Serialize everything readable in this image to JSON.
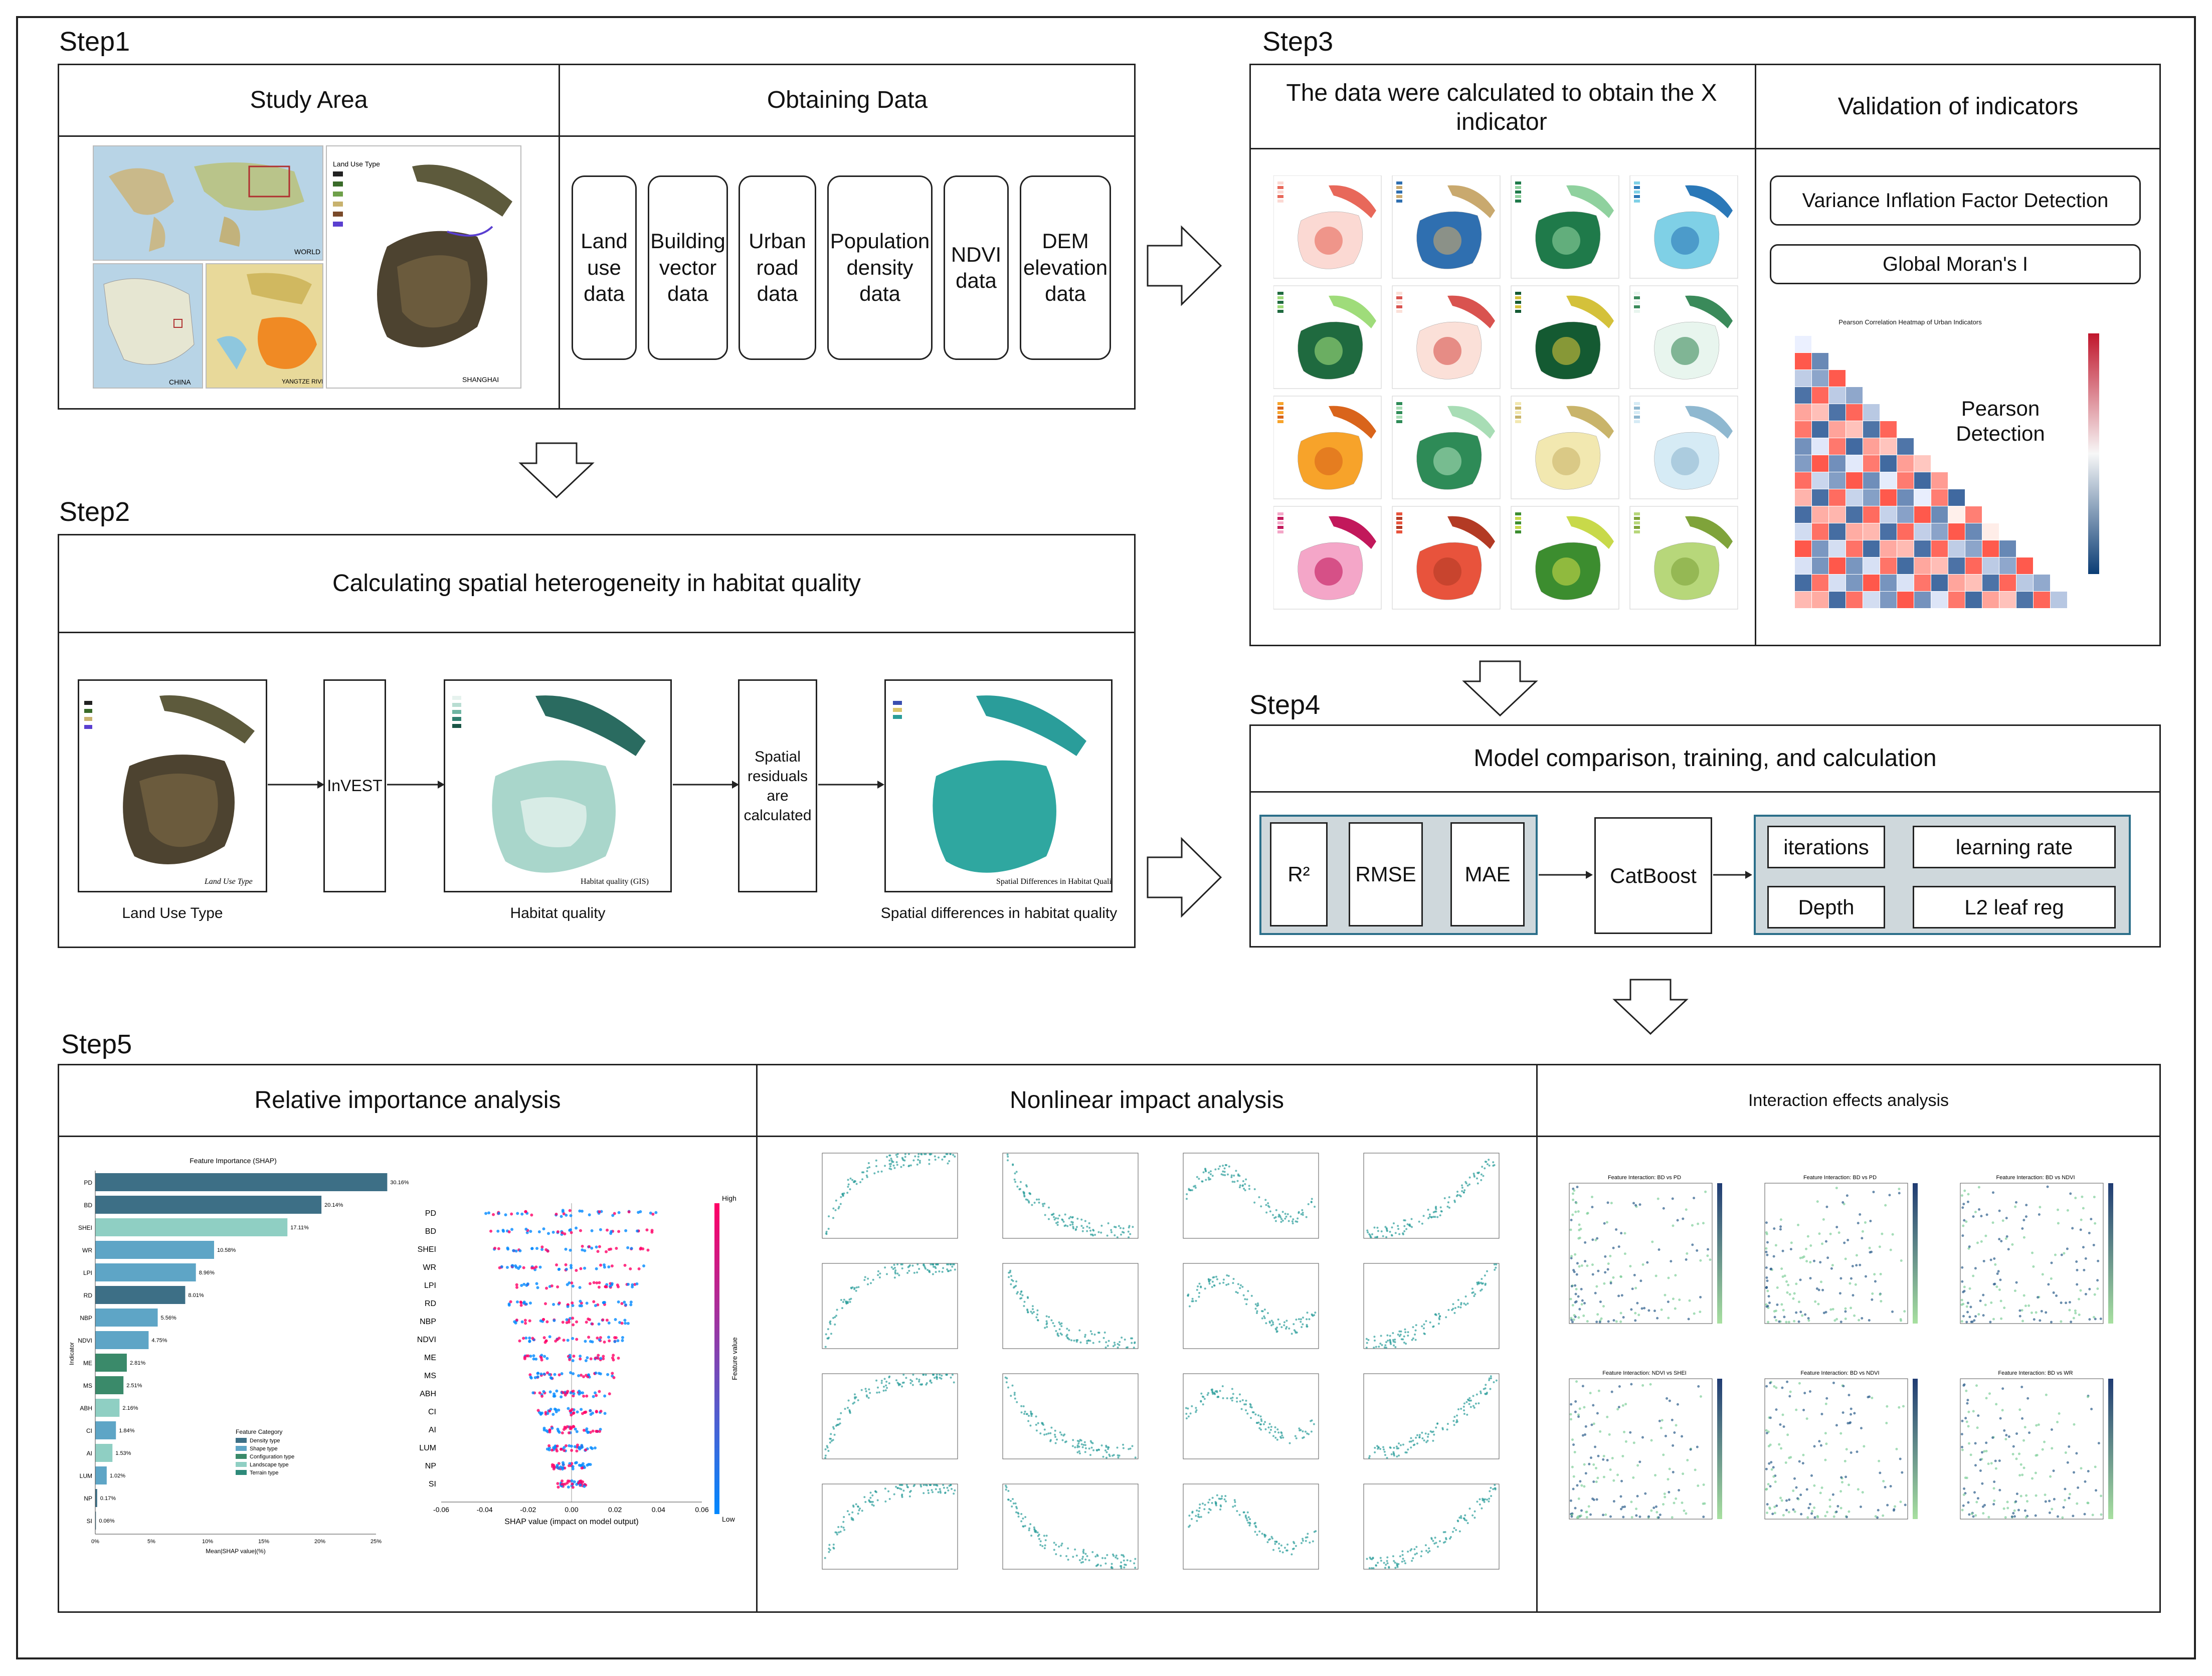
{
  "steps": {
    "step1": {
      "label": "Step1",
      "study_area": "Study Area",
      "obtaining_data": "Obtaining Data",
      "data_items": [
        "Land use data",
        "Building vector data",
        "Urban road data",
        "Population density data",
        "NDVI data",
        "DEM elevation data"
      ],
      "map_labels": {
        "world": "WORLD",
        "china": "CHINA",
        "river": "YANGTZE RIVER",
        "shanghai": "SHANGHAI",
        "legend_title": "Land Use Type"
      }
    },
    "step2": {
      "label": "Step2",
      "title": "Calculating spatial heterogeneity in habitat quality",
      "invest": "InVEST",
      "residuals": "Spatial residuals are calculated",
      "captions": [
        "Land Use Type",
        "Habitat quality",
        "Spatial differences in habitat quality"
      ],
      "map_titles": [
        "Land Use Type",
        "Habitat quality (GIS)",
        "Spatial Differences in Habitat Quality"
      ]
    },
    "step3": {
      "label": "Step3",
      "calc_title": "The data were calculated to obtain the X indicator",
      "validation_title": "Validation of indicators",
      "vif": "Variance Inflation Factor Detection",
      "moran": "Global Moran's I",
      "pearson": "Pearson Detection",
      "heatmap_title": "Pearson Correlation Heatmap of Urban Indicators"
    },
    "step4": {
      "label": "Step4",
      "title": "Model comparison, training, and calculation",
      "metrics": [
        "R²",
        "RMSE",
        "MAE"
      ],
      "model": "CatBoost",
      "params": [
        "iterations",
        "learning rate",
        "Depth",
        "L2 leaf reg"
      ]
    },
    "step5": {
      "label": "Step5",
      "col1": "Relative importance analysis",
      "col2": "Nonlinear impact analysis",
      "col3": "Interaction effects analysis",
      "bar_title": "Feature Importance (SHAP)",
      "bar_xlabel": "Mean|SHAP value|(%)",
      "bar_ylabel": "Indicator",
      "bar_features": [
        "PD",
        "BD",
        "SHEI",
        "WR",
        "LPI",
        "RD",
        "NBP",
        "NDVI",
        "ME",
        "MS",
        "ABH",
        "CI",
        "AI",
        "LUM",
        "NP",
        "SI"
      ],
      "bar_values": [
        30.16,
        20.14,
        17.11,
        10.58,
        8.96,
        8.01,
        5.56,
        4.75,
        2.81,
        2.51,
        2.16,
        1.84,
        1.53,
        1.02,
        0.17,
        0.06
      ],
      "bar_value_labels": [
        "30.16%",
        "20.14%",
        "17.11%",
        "10.58%",
        "8.96%",
        "8.01%",
        "5.56%",
        "4.75%",
        "2.81%",
        "2.51%",
        "2.16%",
        "1.84%",
        "1.53%",
        "1.02%",
        "0.17%",
        "0.06%"
      ],
      "bar_colors": [
        "#3d6f86",
        "#3d6f86",
        "#8fcfc3",
        "#5ea5c6",
        "#5ea5c6",
        "#3d6f86",
        "#5ea5c6",
        "#5ea5c6",
        "#3a8a6a",
        "#3a8a6a",
        "#8fcfc3",
        "#5ea5c6",
        "#8fcfc3",
        "#5ea5c6",
        "#3d6f86",
        "#3d6f86"
      ],
      "bar_xticks": [
        "0%",
        "5%",
        "10%",
        "15%",
        "20%",
        "25%"
      ],
      "legend_title": "Feature Category",
      "legend_items": [
        "Density type",
        "Shape type",
        "Configuration type",
        "Landscape type",
        "Terrain type"
      ],
      "legend_colors": [
        "#3d6f86",
        "#5ea5c6",
        "#3a8a6a",
        "#8fcfc3",
        "#2e8a7a"
      ],
      "shap_features": [
        "PD",
        "BD",
        "SHEI",
        "WR",
        "LPI",
        "RD",
        "NBP",
        "NDVI",
        "ME",
        "MS",
        "ABH",
        "CI",
        "AI",
        "LUM",
        "NP",
        "SI"
      ],
      "shap_xticks": [
        "-0.06",
        "-0.04",
        "-0.02",
        "0.00",
        "0.02",
        "0.04",
        "0.06"
      ],
      "shap_xlabel": "SHAP value (impact on model output)",
      "shap_high": "High",
      "shap_low": "Low",
      "shap_cbar": "Feature value",
      "interaction_titles": [
        "Feature Interaction: BD vs PD",
        "Feature Interaction: BD vs PD",
        "Feature Interaction: BD vs NDVI",
        "Feature Interaction: NDVI vs SHEI",
        "Feature Interaction: BD vs NDVI",
        "Feature Interaction: BD vs WR"
      ]
    }
  },
  "colors": {
    "panel_bg": "#cfd8dc",
    "panel_border": "#2b6f8a",
    "teal": "#2a9d9a",
    "shap_high": "#ff0066",
    "shap_low": "#0088ff"
  }
}
